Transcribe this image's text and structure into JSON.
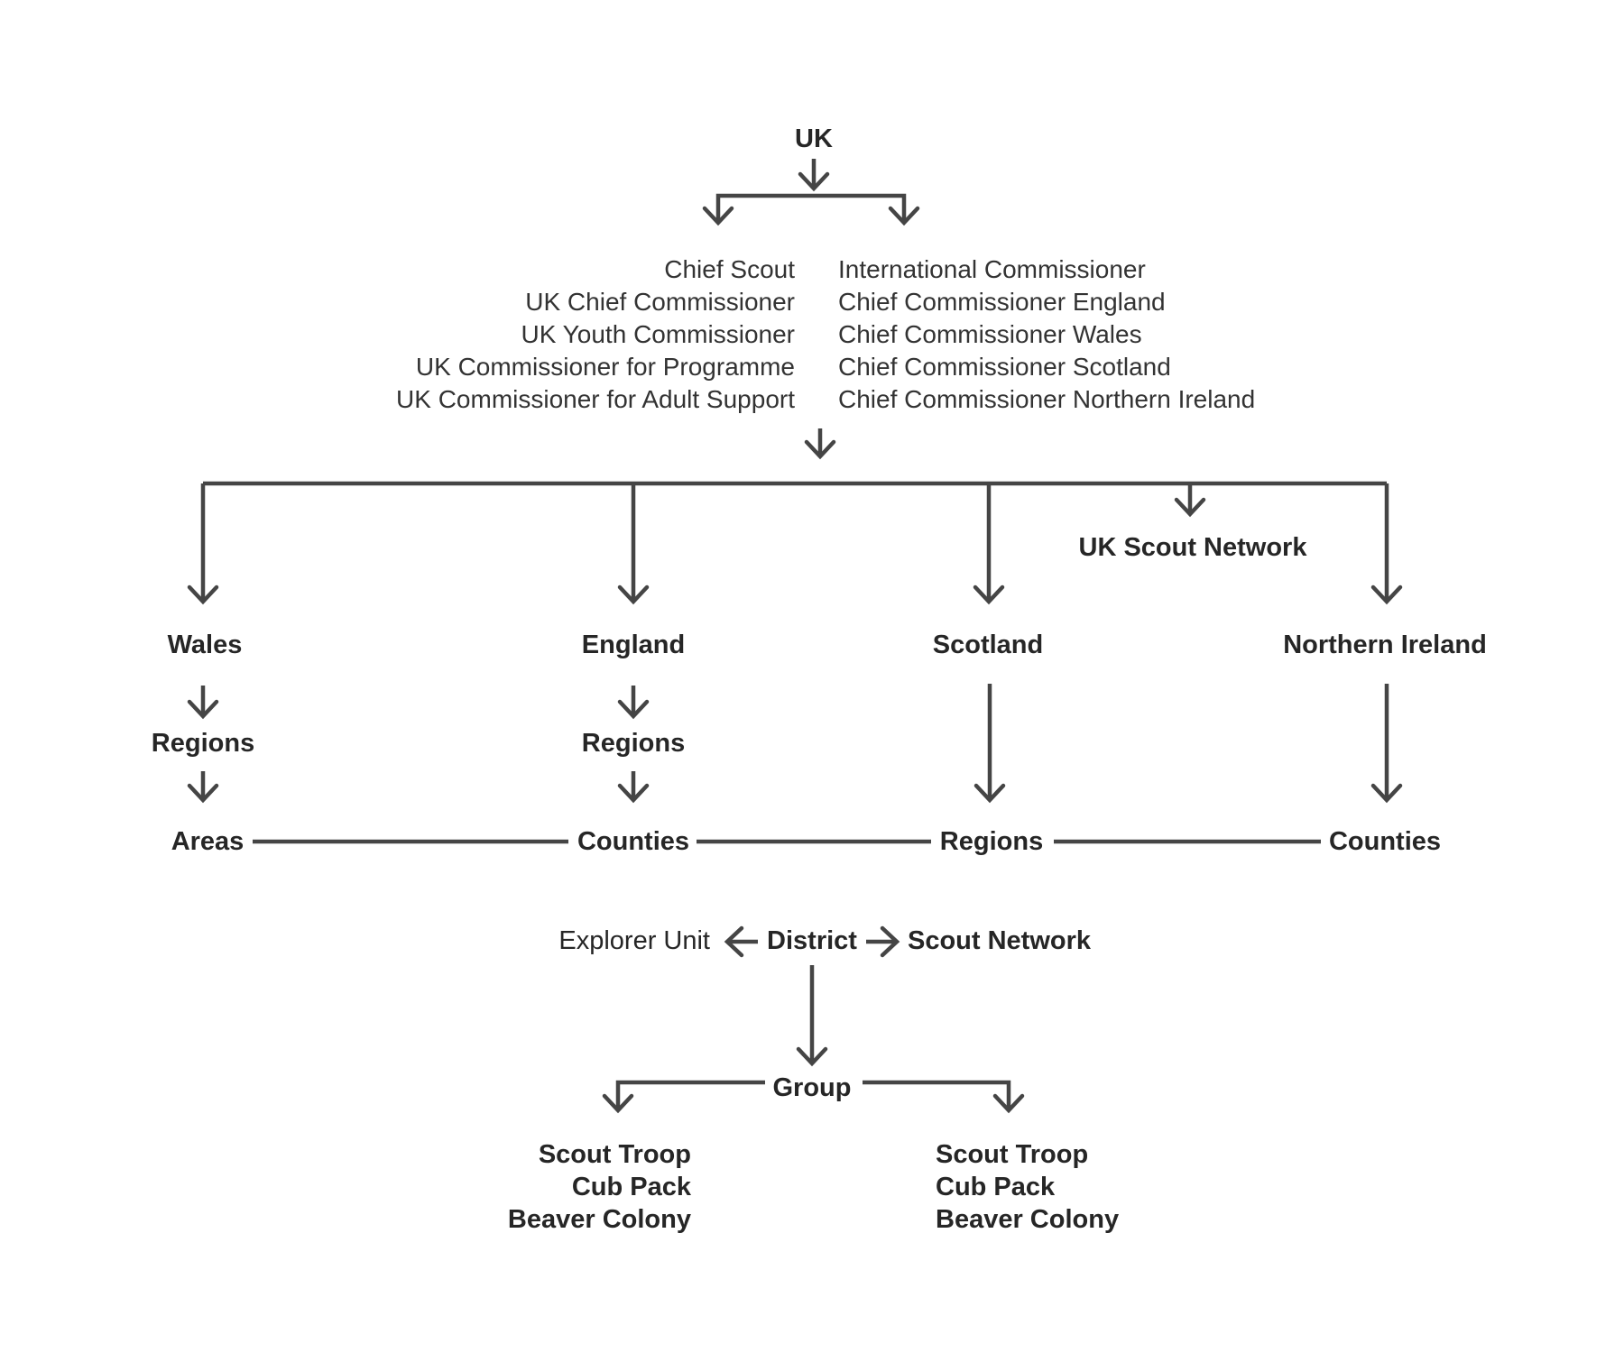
{
  "diagram": {
    "root": "UK",
    "leaders_left": [
      "Chief Scout",
      "UK Chief Commissioner",
      "UK Youth Commissioner",
      "UK Commissioner for Programme",
      "UK Commissioner for Adult Support"
    ],
    "leaders_right": [
      "International Commissioner",
      "Chief Commissioner England",
      "Chief Commissioner Wales",
      "Chief Commissioner Scotland",
      "Chief Commissioner Northern Ireland"
    ],
    "uk_scout_network": "UK Scout Network",
    "nations": {
      "wales": "Wales",
      "england": "England",
      "scotland": "Scotland",
      "northern_ireland": "Northern Ireland"
    },
    "wales_regions": "Regions",
    "england_regions": "Regions",
    "level_areas": "Areas",
    "level_counties_england": "Counties",
    "level_regions_scotland": "Regions",
    "level_counties_ni": "Counties",
    "explorer_unit": "Explorer Unit",
    "district": "District",
    "scout_network": "Scout Network",
    "group": "Group",
    "sections_left": [
      "Scout Troop",
      "Cub Pack",
      "Beaver Colony"
    ],
    "sections_right": [
      "Scout Troop",
      "Cub Pack",
      "Beaver Colony"
    ]
  }
}
